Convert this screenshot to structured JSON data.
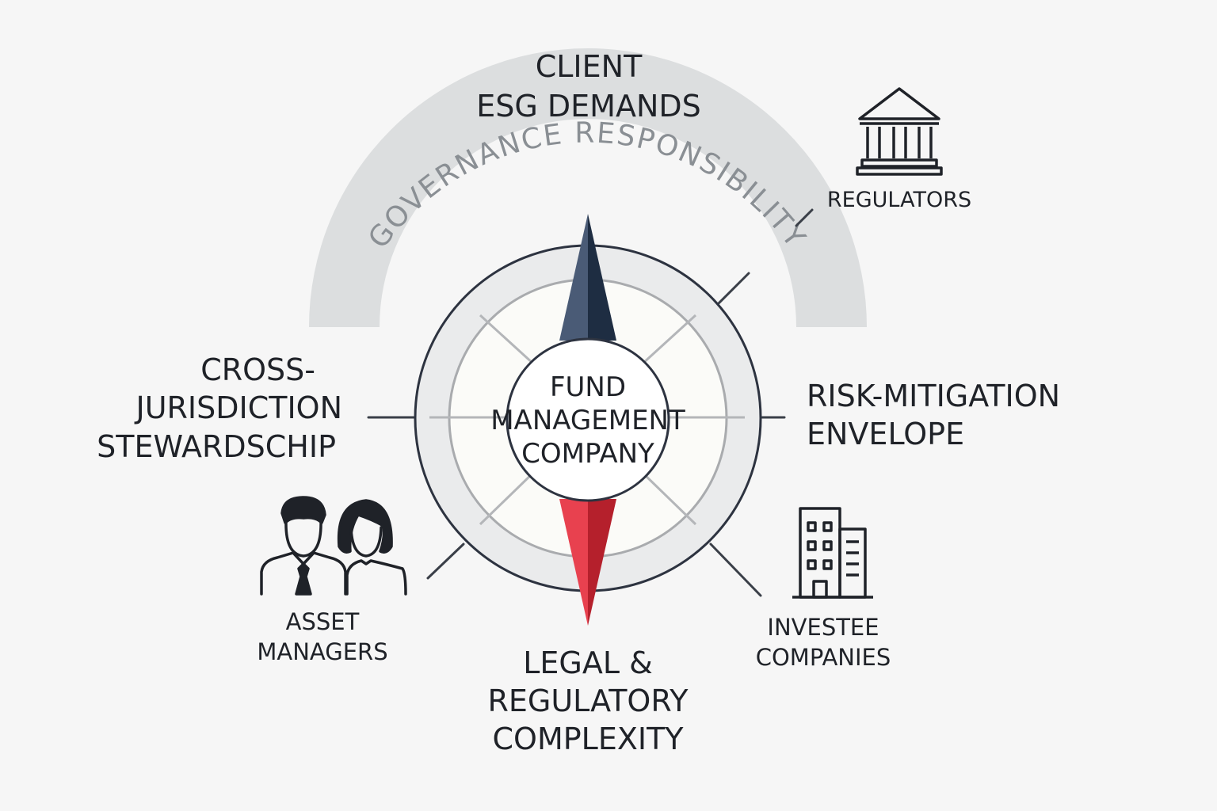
{
  "top_label": {
    "line1": "CLIENT",
    "line2": "ESG DEMANDS"
  },
  "arc_label": "GOVERNANCE RESPONSIBILITY",
  "center": {
    "line1": "FUND",
    "line2": "MANAGEMENT",
    "line3": "COMPANY"
  },
  "left_label": {
    "line1": "CROSS-",
    "line2": "JURISDICTION",
    "line3": "STEWARDSCHIP"
  },
  "right_label": {
    "line1": "RISK-MITIGATION",
    "line2": "ENVELOPE"
  },
  "bottom_label": {
    "line1": "LEGAL &",
    "line2": "REGULATORY",
    "line3": "COMPLEXITY"
  },
  "regulators": {
    "label": "REGULATORS",
    "icon": "bank-building-icon"
  },
  "asset_managers": {
    "line1": "ASSET",
    "line2": "MANAGERS",
    "icon": "people-icon"
  },
  "investee_companies": {
    "line1": "INVESTEE",
    "line2": "COMPANIES",
    "icon": "office-buildings-icon"
  },
  "colors": {
    "needle_north_dark": "#1e2d42",
    "needle_north_light": "#4a5b76",
    "needle_south_dark": "#b5202c",
    "needle_south_light": "#e8414f",
    "arc_band": "#dcdedf",
    "arc_text": "#8a8f94",
    "outline": "#2d3340"
  }
}
